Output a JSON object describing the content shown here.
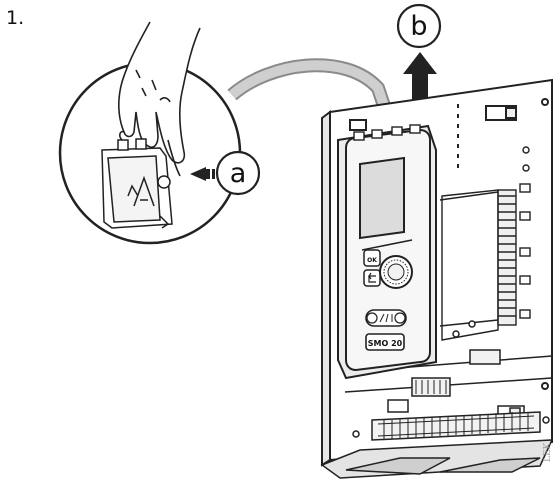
{
  "step": {
    "number": "1."
  },
  "callouts": {
    "a": "a",
    "b": "b"
  },
  "display_unit": {
    "ok_label": "OK",
    "model_label": "SMO 20"
  },
  "watermark": "LEK"
}
